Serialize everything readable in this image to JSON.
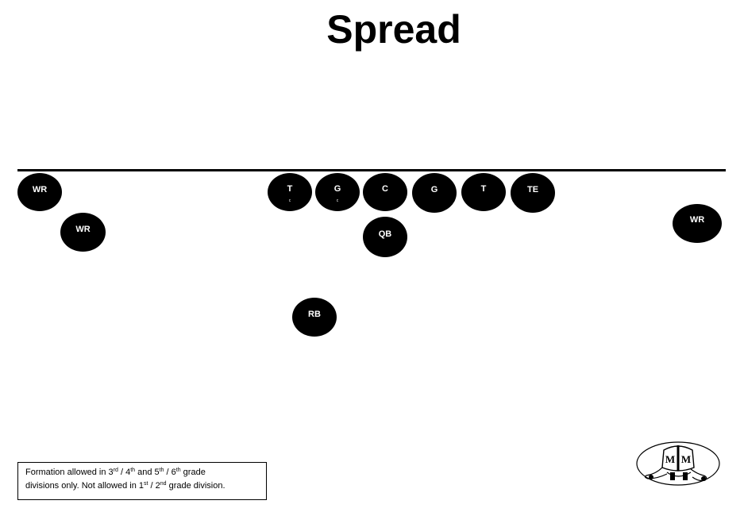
{
  "title": "Spread",
  "players": {
    "wr_left_top": "WR",
    "wr_left_bottom": "WR",
    "left_tackle": {
      "label": "T",
      "sub": "c"
    },
    "left_guard": {
      "label": "G",
      "sub": "c"
    },
    "center": "C",
    "right_guard": "G",
    "right_tackle": "T",
    "tight_end": "TE",
    "wr_right": "WR",
    "quarterback": "QB",
    "running_back": "RB"
  },
  "note": {
    "line1": {
      "prefix": "Formation allowed in 3",
      "sup1": "rd",
      "mid1": " / 4",
      "sup2": "th",
      "mid2": " and 5",
      "sup3": "th",
      "mid3": " / 6",
      "sup4": "th",
      "suffix": " grade"
    },
    "line2": {
      "prefix": "divisions only.  Not allowed in 1",
      "sup1": "st",
      "mid1": " / 2",
      "sup2": "nd",
      "suffix": " grade division."
    }
  },
  "logo": {
    "letters": "M M",
    "icon": "football-helmet-mascot-icon"
  }
}
